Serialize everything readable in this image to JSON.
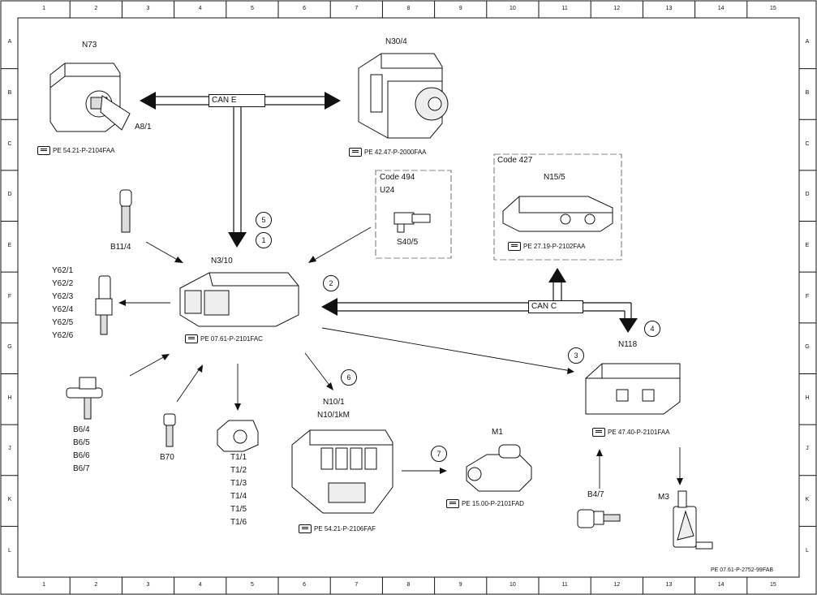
{
  "grid": {
    "columns": [
      "1",
      "2",
      "3",
      "4",
      "5",
      "6",
      "7",
      "8",
      "9",
      "10",
      "11",
      "12",
      "13",
      "14",
      "15"
    ],
    "rows": [
      "A",
      "B",
      "C",
      "D",
      "E",
      "F",
      "G",
      "H",
      "J",
      "K",
      "L"
    ]
  },
  "components": {
    "n73": {
      "name": "N73",
      "sub": "A8/1",
      "ref": "PE 54.21-P-2104FAA"
    },
    "n30_4": {
      "name": "N30/4",
      "ref": "PE 42.47-P-2000FAA"
    },
    "b11_4": {
      "name": "B11/4"
    },
    "y62": {
      "names": [
        "Y62/1",
        "Y62/2",
        "Y62/3",
        "Y62/4",
        "Y62/5",
        "Y62/6"
      ]
    },
    "n3_10": {
      "name": "N3/10",
      "ref": "PE 07.61-P-2101FAC"
    },
    "code494": {
      "code": "Code 494",
      "sub": "U24",
      "part": "S40/5"
    },
    "code427": {
      "code": "Code 427",
      "name": "N15/5",
      "ref": "PE 27.19-P-2102FAA"
    },
    "n118": {
      "name": "N118",
      "ref": "PE 47.40-P-2101FAA"
    },
    "b6": {
      "names": [
        "B6/4",
        "B6/5",
        "B6/6",
        "B6/7"
      ]
    },
    "b70": {
      "name": "B70"
    },
    "t1": {
      "names": [
        "T1/1",
        "T1/2",
        "T1/3",
        "T1/4",
        "T1/5",
        "T1/6"
      ]
    },
    "n10": {
      "name": "N10/1",
      "name2": "N10/1kM",
      "ref": "PE 54.21-P-2106FAF"
    },
    "m1": {
      "name": "M1",
      "ref": "PE 15.00-P-2101FAD"
    },
    "b4_7": {
      "name": "B4/7"
    },
    "m3": {
      "name": "M3"
    }
  },
  "buses": {
    "can_e": "CAN E",
    "can_c": "CAN C"
  },
  "markers": [
    "1",
    "2",
    "3",
    "4",
    "5",
    "6",
    "7"
  ],
  "footer_ref": "PE 07.61-P-2752-99FAB"
}
